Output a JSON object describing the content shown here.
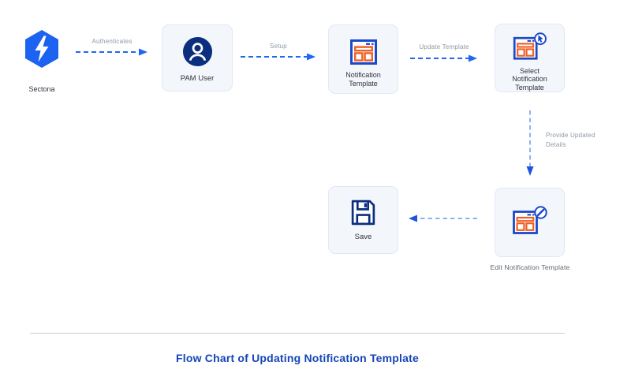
{
  "colors": {
    "brand_blue": "#1b63f0",
    "arrow_blue": "#2166f2",
    "arrow_light_blue": "#8fb0f0",
    "arrowhead_dark_blue": "#1d55e0",
    "icon_navy": "#0c2e7e",
    "icon_blue": "#1c49c8",
    "icon_orange": "#f05e23",
    "node_fill": "#f3f6fb",
    "node_border": "#e2e8f2",
    "title_blue": "#1545b5",
    "label_gray": "#9099a3",
    "label_dark": "#30353c"
  },
  "logo": {
    "label": "Sectona"
  },
  "nodes": {
    "pam_user": {
      "label": "PAM User"
    },
    "notification_template": {
      "label": "Notification Template"
    },
    "select_notification_template": {
      "label": "Select Notification Template"
    },
    "edit_notification_template": {
      "label": "Edit Notification Template"
    },
    "save": {
      "label": "Save"
    }
  },
  "arrows": {
    "authenticates": {
      "label": "Authenticates"
    },
    "setup": {
      "label": "Setup"
    },
    "update_template": {
      "label": "Update Template"
    },
    "provide_updated_details": {
      "label": "Provide Updated Details"
    }
  },
  "footer": {
    "title": "Flow Chart of Updating Notification Template"
  }
}
